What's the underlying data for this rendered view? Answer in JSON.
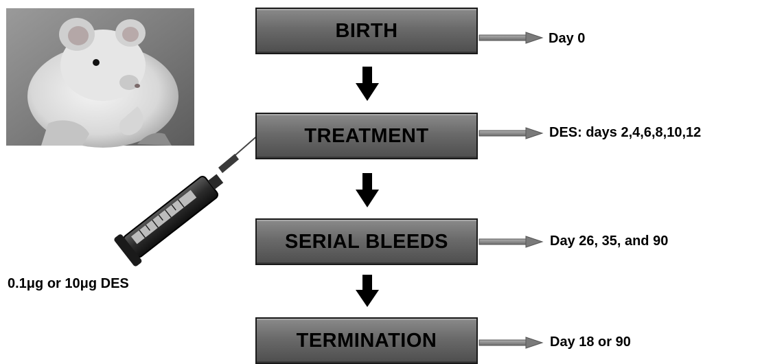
{
  "stages": [
    {
      "label": "BIRTH",
      "detail": "Day 0"
    },
    {
      "label": "TREATMENT",
      "detail": "DES: days 2,4,6,8,10,12"
    },
    {
      "label": "SERIAL BLEEDS",
      "detail": "Day 26, 35, and 90"
    },
    {
      "label": "TERMINATION",
      "detail": "Day 18 or 90"
    }
  ],
  "dose_label": "0.1μg or 10μg DES",
  "images": {
    "animal": "rat-photo",
    "syringe": "syringe-icon"
  },
  "colors": {
    "box_fill": "#6a6a6a",
    "box_border": "#1a1a1a",
    "arrow": "#000000",
    "side_arrow": "#8a8a8a"
  }
}
